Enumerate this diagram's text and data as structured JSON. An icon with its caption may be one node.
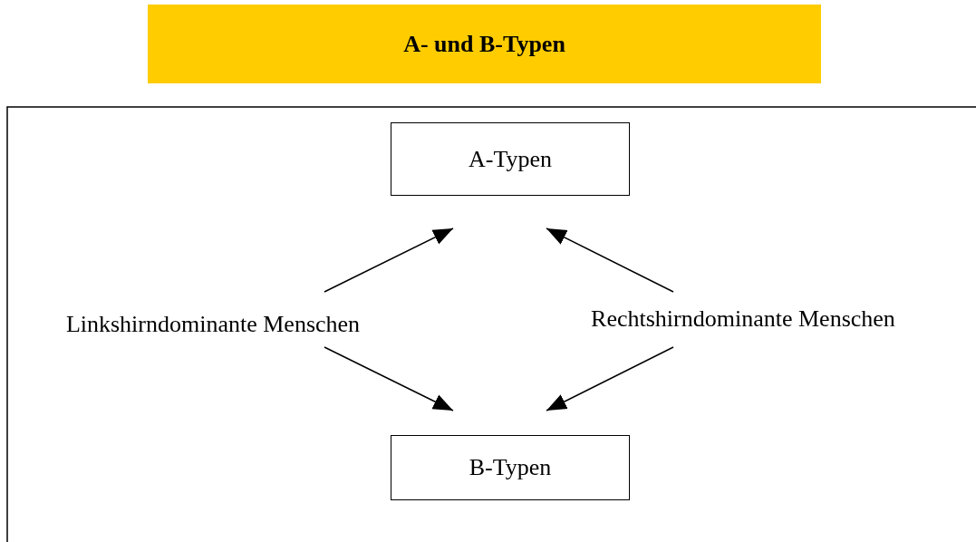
{
  "diagram": {
    "title": "A- und B-Typen",
    "nodes": [
      {
        "text": [
          "A-Typen"
        ]
      },
      {
        "text": [
          "Linkshirndominante Menschen"
        ]
      },
      {
        "text": [
          "Rechtshirndominante Menschen"
        ]
      },
      {
        "text": [
          "B-Typen"
        ]
      }
    ],
    "edges": [
      {
        "from": 1,
        "to": 0,
        "arrow": "to"
      },
      {
        "from": 2,
        "to": 0,
        "arrow": "to"
      },
      {
        "from": 1,
        "to": 3,
        "arrow": "to"
      },
      {
        "from": 2,
        "to": 3,
        "arrow": "to"
      }
    ]
  }
}
